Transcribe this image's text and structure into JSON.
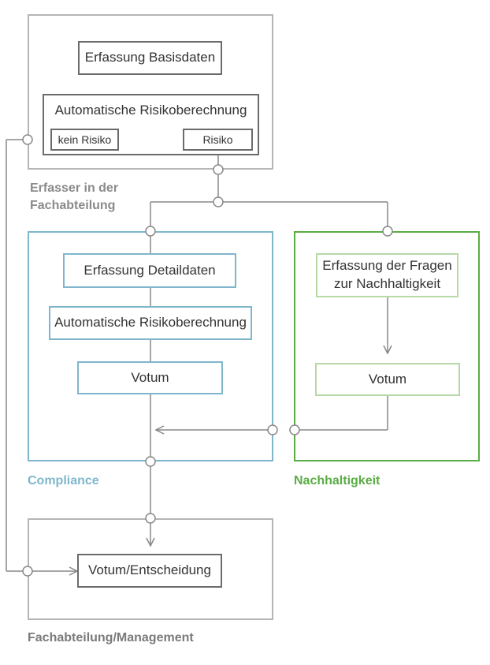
{
  "colors": {
    "gray": "#a9a9a9",
    "dark_gray": "#6b6b6b",
    "blue": "#7fb6cc",
    "light_green": "#b7d9a6",
    "green": "#5aac44",
    "connector": "#888888"
  },
  "zones": {
    "erfasser": {
      "label_line1": "Erfasser in der",
      "label_line2": "Fachabteilung",
      "basis": "Erfassung Basisdaten",
      "risk_calc": "Automatische Risikoberechnung",
      "no_risk": "kein Risiko",
      "risk": "Risiko"
    },
    "compliance": {
      "label": "Compliance",
      "detail": "Erfassung Detaildaten",
      "risk_calc": "Automatische Risikoberechnung",
      "votum": "Votum"
    },
    "nachhaltigkeit": {
      "label": "Nachhaltigkeit",
      "questions_line1": "Erfassung der Fragen",
      "questions_line2": "zur Nachhaltigkeit",
      "votum": "Votum"
    },
    "management": {
      "label": "Fachabteilung/Management",
      "decision": "Votum/Entscheidung"
    }
  }
}
